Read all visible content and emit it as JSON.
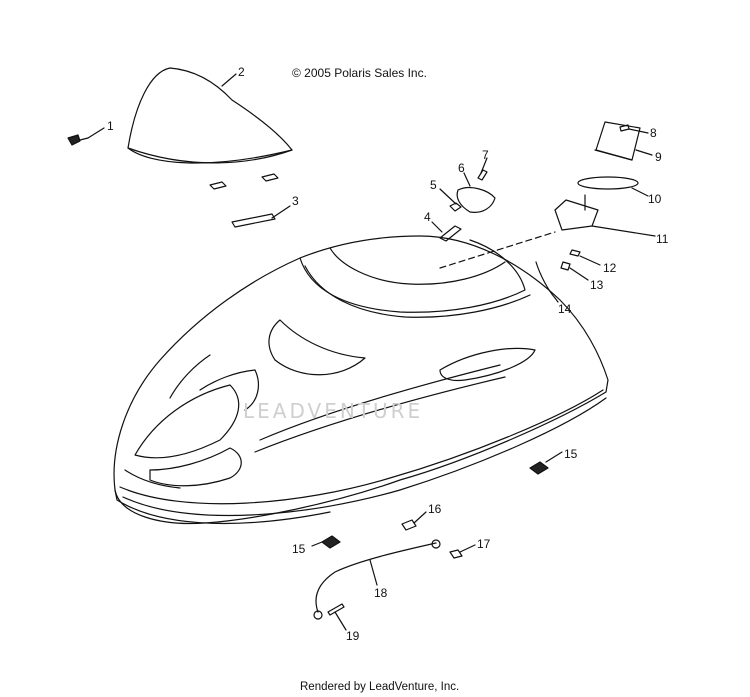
{
  "copyright": "© 2005 Polaris Sales Inc.",
  "footer": "Rendered by LeadVenture, Inc.",
  "watermark": "LEADVENTURE",
  "callouts": [
    "1",
    "2",
    "3",
    "4",
    "5",
    "6",
    "7",
    "8",
    "9",
    "10",
    "11",
    "12",
    "13",
    "14",
    "15",
    "15",
    "16",
    "17",
    "18",
    "19"
  ]
}
